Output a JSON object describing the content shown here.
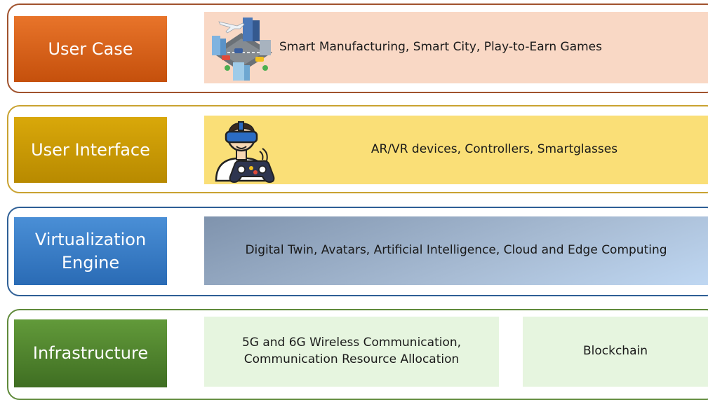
{
  "layers": [
    {
      "id": "user-case",
      "label": "User Case",
      "content": "Smart Manufacturing, Smart City, Play-to-Earn Games",
      "icon": "smart-city-icon",
      "colors": {
        "frame": "#a0522d",
        "label_top": "#e8742a",
        "label_bottom": "#c5500c",
        "panel": "#f9d8c5"
      }
    },
    {
      "id": "user-interface",
      "label": "User Interface",
      "content": "AR/VR devices, Controllers, Smartglasses",
      "icon": "vr-headset-gamer-icon",
      "colors": {
        "frame": "#c9a230",
        "label_top": "#d9a80a",
        "label_bottom": "#b88a00",
        "panel": "#fadf77"
      }
    },
    {
      "id": "virtualization-engine",
      "label_line1": "Virtualization",
      "label_line2": "Engine",
      "content": "Digital Twin, Avatars, Artificial Intelligence, Cloud and Edge Computing",
      "colors": {
        "frame": "#2e5f96",
        "label_top": "#4a8fd6",
        "label_bottom": "#2a6bb5",
        "panel_top": "#7f93ad",
        "panel_bottom": "#bfd7f2"
      }
    },
    {
      "id": "infrastructure",
      "label": "Infrastructure",
      "content_line1": "5G and 6G Wireless Communication,",
      "content_line2": "Communication Resource Allocation",
      "content_secondary": "Blockchain",
      "colors": {
        "frame": "#5f8a3a",
        "label_top": "#629a3a",
        "label_bottom": "#3f6e22",
        "panel": "#e6f5df"
      }
    }
  ]
}
